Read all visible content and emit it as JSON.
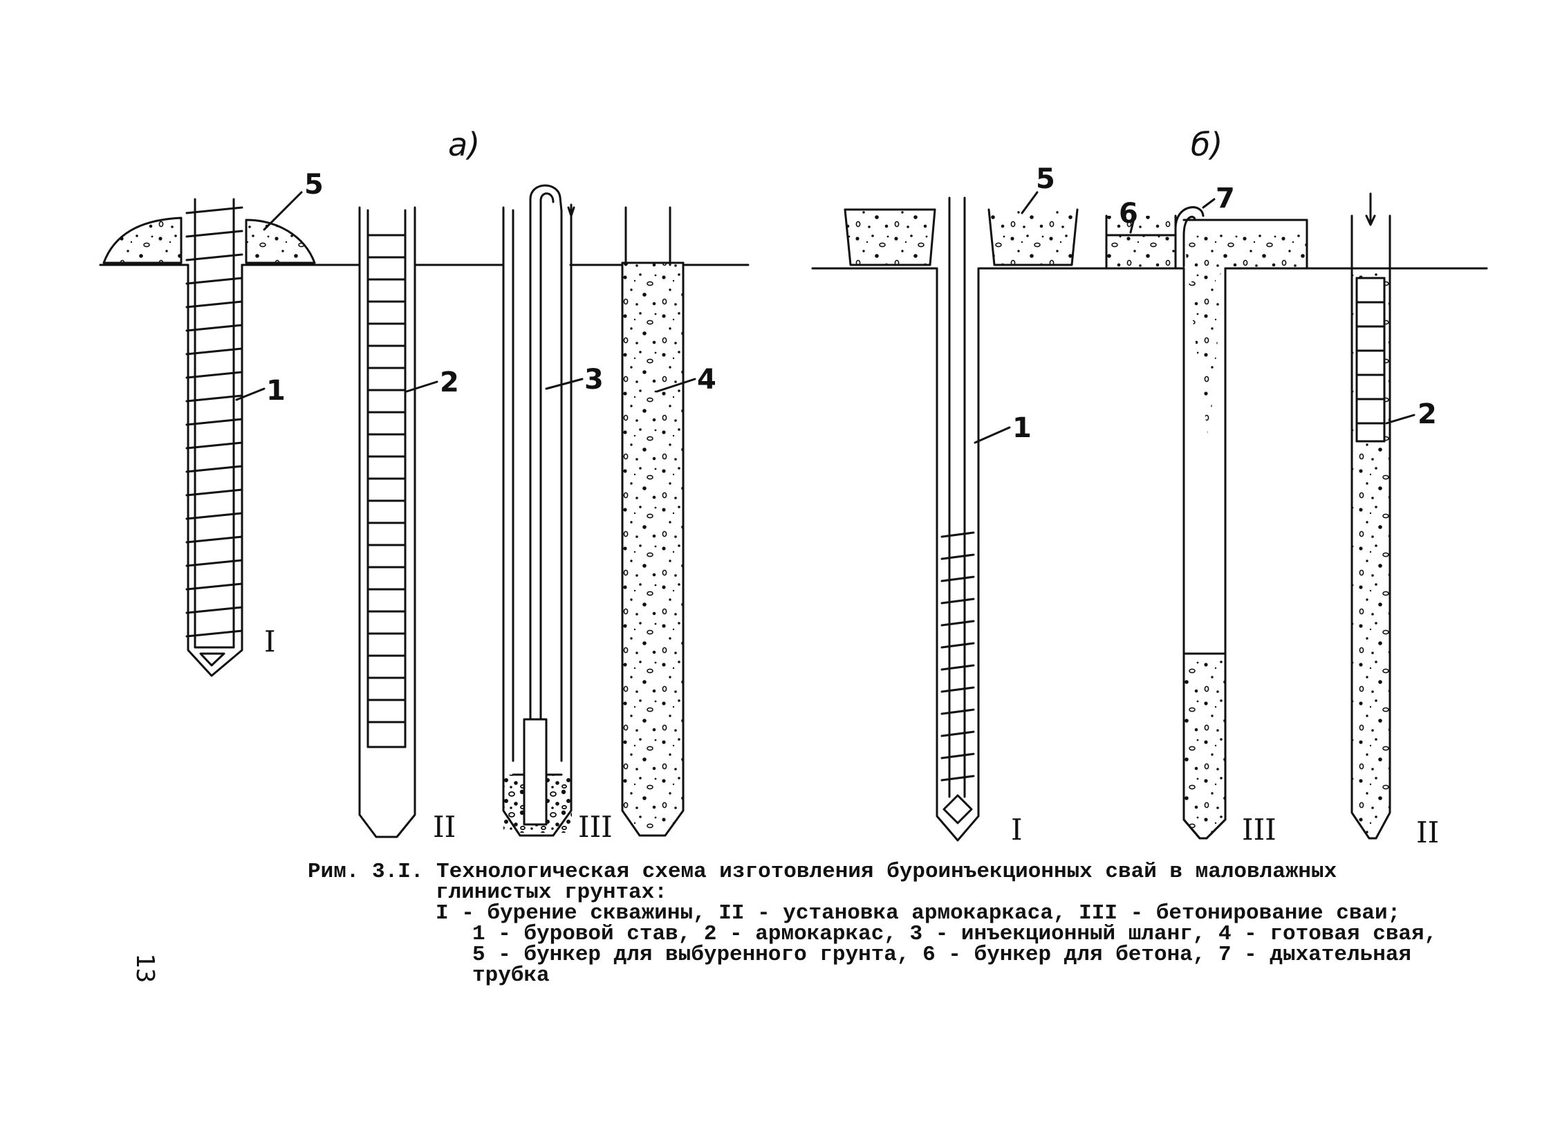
{
  "panel_labels": {
    "a": "а)",
    "b": "б)"
  },
  "callouts": {
    "a1": "1",
    "a2": "2",
    "a3": "3",
    "a4": "4",
    "a5": "5",
    "b1": "1",
    "b2": "2",
    "b5": "5",
    "b6": "6",
    "b7": "7"
  },
  "stage_labels": {
    "a_I": "I",
    "a_II": "II",
    "a_III": "III",
    "b_I": "I",
    "b_III": "III",
    "b_II": "II"
  },
  "caption": {
    "line1": "Рим. 3.I. Технологическая схема изготовления буроинъекционных свай в маловлажных",
    "line2": "глинистых грунтах:",
    "line3": "I - бурение скважины, II - установка армокаркаса, III - бетонирование сваи;",
    "line4": "1 - буровой став, 2 - армокаркас, 3 - инъекционный шланг, 4 - готовая свая,",
    "line5": "5 - бункер для выбуренного грунта, 6 - бункер для бетона, 7 - дыхательная",
    "line6": "трубка"
  },
  "page_number": "13"
}
